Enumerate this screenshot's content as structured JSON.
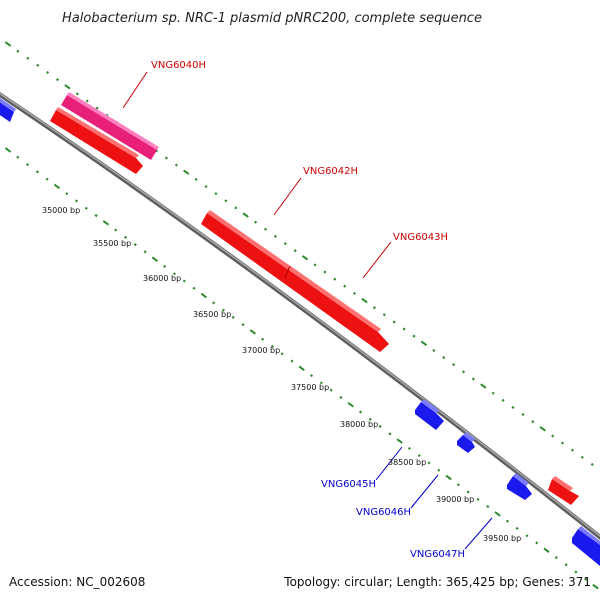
{
  "title": "Halobacterium sp. NRC-1 plasmid pNRC200, complete sequence",
  "accession_text": "Accession: NC_002608",
  "summary_text": "Topology: circular; Length: 365,425 bp; Genes: 371",
  "colors": {
    "backbone": "#8a8a8a",
    "forward_gene": "#ee1111",
    "forward_gene_highlight": "#e8207a",
    "reverse_gene": "#1a1aee",
    "ruler_dots": "#2d8a2d",
    "forward_label": "#cc0000",
    "reverse_label": "#0000cc"
  },
  "scale_labels": [
    "35000 bp",
    "35500 bp",
    "36000 bp",
    "36500 bp",
    "37000 bp",
    "37500 bp",
    "38000 bp",
    "38500 bp",
    "39000 bp",
    "39500 bp"
  ],
  "genes": [
    {
      "name": "VNG6040H",
      "strand": "forward"
    },
    {
      "name": "VNG6042H",
      "strand": "forward"
    },
    {
      "name": "VNG6043H",
      "strand": "forward"
    },
    {
      "name": "VNG6045H",
      "strand": "reverse"
    },
    {
      "name": "VNG6046H",
      "strand": "reverse"
    },
    {
      "name": "VNG6047H",
      "strand": "reverse"
    }
  ]
}
